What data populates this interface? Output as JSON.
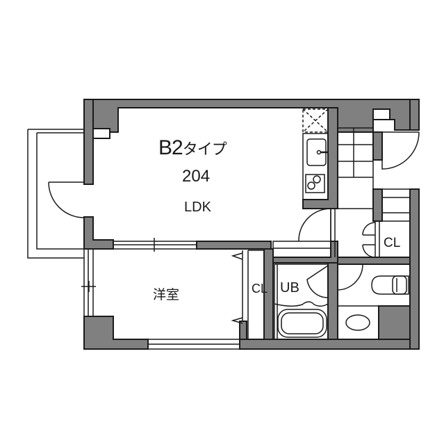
{
  "floor_plan": {
    "unit_type": "B2",
    "unit_type_suffix": "タイプ",
    "unit_number": "204",
    "rooms": {
      "ldk": "LDK",
      "western_room": "洋室",
      "closet_bedroom": "CL",
      "unit_bath": "UB",
      "closet_hall": "CL"
    },
    "colors": {
      "wall_fill": "#808080",
      "line": "#1a1a1a",
      "background": "#ffffff"
    }
  }
}
